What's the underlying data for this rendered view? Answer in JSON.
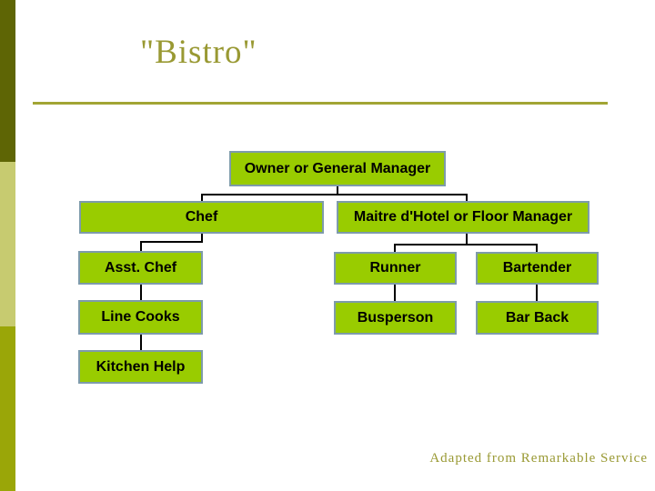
{
  "slide": {
    "title": "\"Bistro\"",
    "credit": "Adapted from Remarkable Service"
  },
  "colors": {
    "title_text": "#999933",
    "title_underline": "#a2a534",
    "box_fill": "#99cc00",
    "box_border": "#7e9bab",
    "box_text": "#000000",
    "connector": "#000000",
    "sidebar_top": "#5e6505",
    "sidebar_middle": "#c7cb70",
    "sidebar_bottom": "#9aa608",
    "background": "#ffffff"
  },
  "org_chart": {
    "type": "org-tree",
    "nodes": [
      {
        "label": "Owner or General Manager",
        "reports_to": null
      },
      {
        "label": "Chef",
        "reports_to": "Owner or General Manager"
      },
      {
        "label": "Maitre d'Hotel or Floor Manager",
        "reports_to": "Owner or General Manager"
      },
      {
        "label": "Asst. Chef",
        "reports_to": "Chef"
      },
      {
        "label": "Runner",
        "reports_to": "Maitre d'Hotel or Floor Manager"
      },
      {
        "label": "Bartender",
        "reports_to": "Maitre d'Hotel or Floor Manager"
      },
      {
        "label": "Line Cooks",
        "reports_to": "Asst. Chef"
      },
      {
        "label": "Busperson",
        "reports_to": "Runner"
      },
      {
        "label": "Bar Back",
        "reports_to": "Bartender"
      },
      {
        "label": "Kitchen Help",
        "reports_to": "Line Cooks"
      }
    ]
  }
}
